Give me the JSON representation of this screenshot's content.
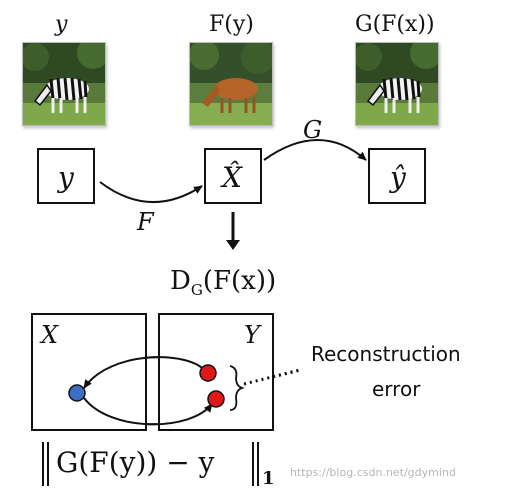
{
  "top_labels": {
    "left": "y",
    "middle": "F(y)",
    "right": "G(F(x))"
  },
  "images": {
    "left": "zebra-photo",
    "middle": "horse-photo",
    "right": "zebra-photo"
  },
  "nodes": {
    "y": "y",
    "x_hat": "X̂",
    "y_hat": "ŷ"
  },
  "edges": {
    "F": "F",
    "G": "G"
  },
  "discriminator_label": "D",
  "discriminator_sub": "G",
  "discriminator_arg": "(F(x))",
  "domains": {
    "X": "X",
    "Y": "Y"
  },
  "annotation": {
    "line1": "Reconstruction",
    "line2": "error"
  },
  "loss": {
    "expr": "G(F(y)) − y",
    "subscript": "1"
  },
  "colors": {
    "blue_point": "#3a6fc4",
    "red_point": "#e01818",
    "stroke": "#111111"
  },
  "watermark": "https://blog.csdn.net/gdymind"
}
